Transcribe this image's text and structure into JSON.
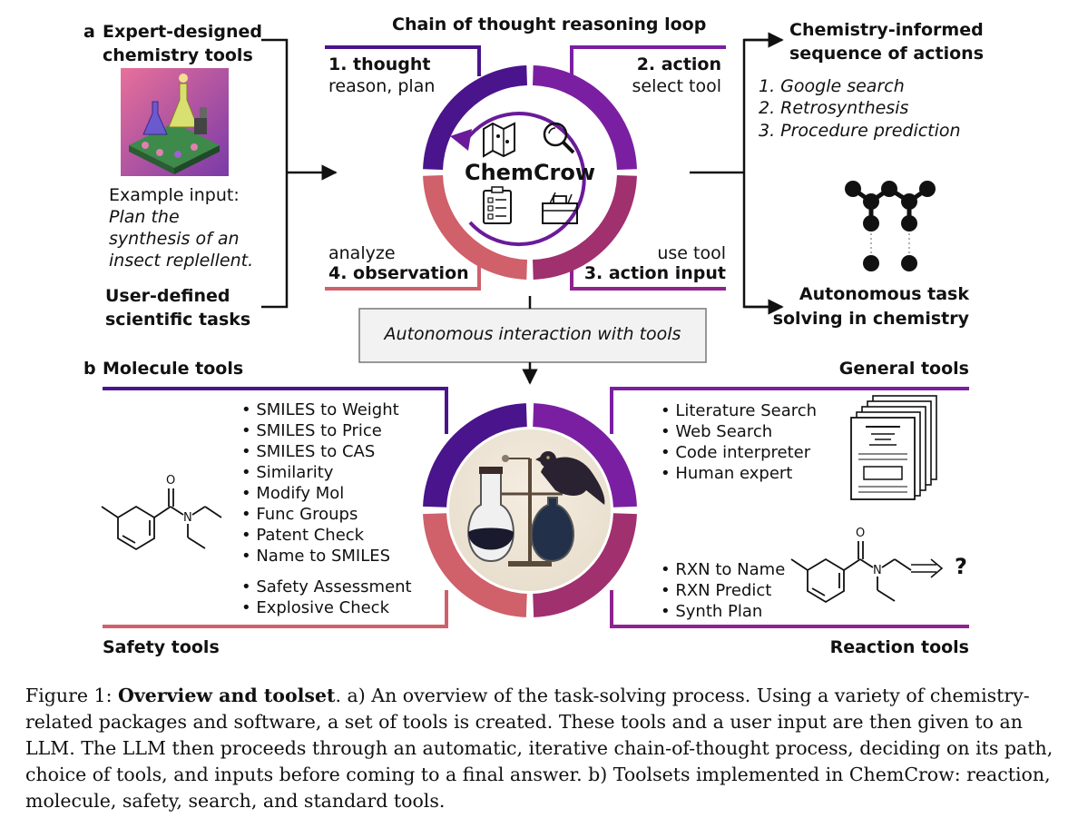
{
  "panel_a": {
    "letter": "a",
    "expert_tools_title": [
      "Expert-designed",
      "chemistry tools"
    ],
    "example_input_label": "Example input:",
    "example_input_text": [
      "Plan the",
      "synthesis of an",
      "insect replellent."
    ],
    "user_tasks_title": [
      "User-defined",
      "scientific tasks"
    ],
    "loop_title": "Chain of thought reasoning loop",
    "step1": {
      "title": "1. thought",
      "sub": "reason, plan"
    },
    "step2": {
      "title": "2. action",
      "sub": "select tool"
    },
    "step3": {
      "title": "3. action input",
      "sub": "use tool"
    },
    "step4": {
      "title": "4. observation",
      "sub": "analyze"
    },
    "center_label": "ChemCrow",
    "interaction_box": "Autonomous interaction with tools",
    "sequence_title": [
      "Chemistry-informed",
      "sequence of actions"
    ],
    "sequence_items": [
      "1. Google search",
      "2. Retrosynthesis",
      "3. Procedure prediction"
    ],
    "autonomous_title": [
      "Autonomous task",
      "solving in chemistry"
    ]
  },
  "panel_b": {
    "letter": "b",
    "molecule_title": "Molecule tools",
    "molecule_items": [
      "SMILES to Weight",
      "SMILES to Price",
      "SMILES to CAS",
      "Similarity",
      "Modify Mol",
      "Func Groups",
      "Patent Check",
      "Name to SMILES"
    ],
    "safety_items": [
      "Safety Assessment",
      "Explosive Check"
    ],
    "safety_title": "Safety tools",
    "general_title": "General tools",
    "general_items": [
      "Literature Search",
      "Web Search",
      "Code interpreter",
      "Human expert"
    ],
    "reaction_items": [
      "RXN to Name",
      "RXN Predict",
      "Synth Plan"
    ],
    "reaction_title": "Reaction tools",
    "reaction_question": "?",
    "atom_o": "O",
    "atom_n": "N"
  },
  "caption": {
    "prefix": "Figure 1: ",
    "bold": "Overview and toolset",
    "text": ". a) An overview of the task-solving process. Using a variety of chemistry-related packages and software, a set of tools is created. These tools and a user input are then given to an LLM. The LLM then proceeds through an automatic, iterative chain-of-thought process, deciding on its path, choice of tools, and inputs before coming to a final answer. b) Toolsets implemented in ChemCrow: reaction, molecule, safety, search, and standard tools."
  },
  "colors": {
    "purple_dark": "#4a148c",
    "purple": "#7b1fa2",
    "magenta": "#a0306e",
    "coral": "#d0606a"
  },
  "icons": [
    "chemistry-lab-illustration",
    "map-icon",
    "magnifier-icon",
    "checklist-icon",
    "toolbox-icon",
    "crow-lab-illustration",
    "document-stack-icon",
    "molecule-graph-icon"
  ]
}
